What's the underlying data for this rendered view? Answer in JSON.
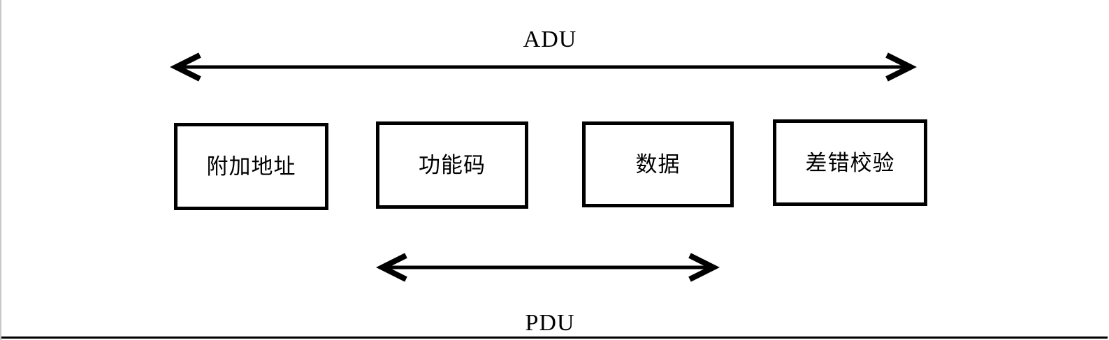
{
  "diagram": {
    "title_top": "ADU",
    "title_bottom": "PDU",
    "background_color": "#ffffff",
    "line_color": "#000000",
    "fields": [
      {
        "id": "additional-address",
        "label": "附加地址"
      },
      {
        "id": "function-code",
        "label": "功能码"
      },
      {
        "id": "data",
        "label": "数据"
      },
      {
        "id": "error-check",
        "label": "差错校验"
      }
    ],
    "spans": [
      {
        "id": "adu-span",
        "label": "ADU",
        "covers": "附加地址 功能码 数据 差错校验"
      },
      {
        "id": "pdu-span",
        "label": "PDU",
        "covers": "功能码 数据"
      }
    ]
  }
}
